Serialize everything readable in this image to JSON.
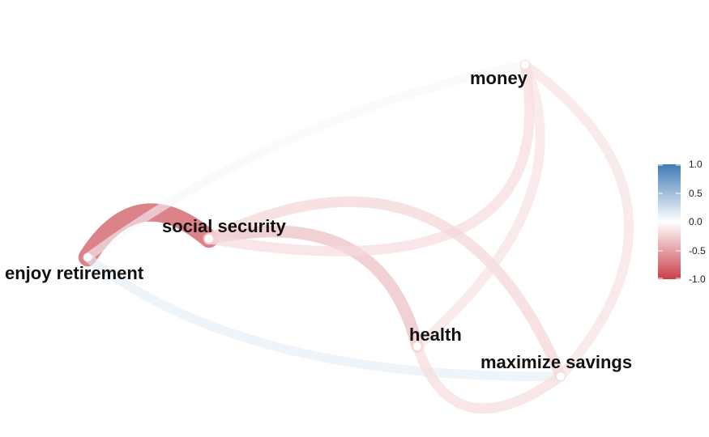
{
  "chart_data": {
    "type": "network",
    "nodes": [
      {
        "id": "money",
        "label": "money"
      },
      {
        "id": "social_security",
        "label": "social security"
      },
      {
        "id": "enjoy_retirement",
        "label": "enjoy retirement"
      },
      {
        "id": "health",
        "label": "health"
      },
      {
        "id": "maximize_savings",
        "label": "maximize savings"
      }
    ],
    "edges": [
      {
        "from": "enjoy_retirement",
        "to": "social_security",
        "weight": -0.45
      },
      {
        "from": "enjoy_retirement",
        "to": "maximize_savings",
        "weight": 0.08
      },
      {
        "from": "enjoy_retirement",
        "to": "money",
        "weight": 0.04
      },
      {
        "from": "social_security",
        "to": "health",
        "weight": -0.2
      },
      {
        "from": "social_security",
        "to": "money",
        "weight": -0.12
      },
      {
        "from": "social_security",
        "to": "maximize_savings",
        "weight": -0.14
      },
      {
        "from": "money",
        "to": "health",
        "weight": -0.1
      },
      {
        "from": "money",
        "to": "maximize_savings",
        "weight": -0.1
      },
      {
        "from": "health",
        "to": "maximize_savings",
        "weight": -0.12
      }
    ],
    "color_scale": {
      "min": -1.0,
      "max": 1.0,
      "low_color": "#c9404a",
      "mid_color": "#ffffff",
      "high_color": "#3f7cb5",
      "ticks": [
        "1.0",
        "0.5",
        "0.0",
        "-0.5",
        "-1.0"
      ]
    },
    "legend_placement": "right"
  }
}
